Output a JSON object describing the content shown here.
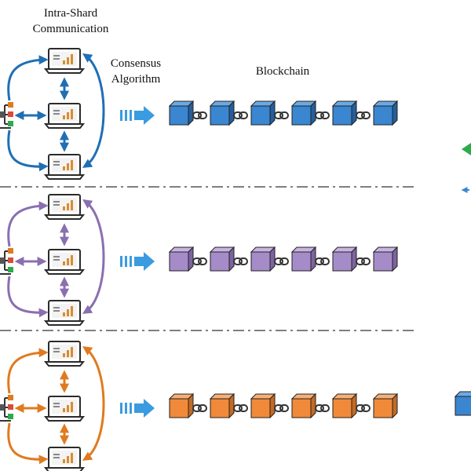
{
  "labels": {
    "intra_shard_line1": "Intra-Shard",
    "intra_shard_line2": "Communication",
    "consensus_line1": "Consensus",
    "consensus_line2": "Algorithm",
    "blockchain": "Blockchain"
  },
  "shards": [
    {
      "color": "#1f6fb5",
      "block_fill": "#3a86d0",
      "block_top": "#6aaae6",
      "block_side": "#245f9c"
    },
    {
      "color": "#8a6fb0",
      "block_fill": "#a58cc8",
      "block_top": "#c7b4e2",
      "block_side": "#7c64a0"
    },
    {
      "color": "#e07a1f",
      "block_fill": "#f08a3a",
      "block_top": "#f6b077",
      "block_side": "#c46a24"
    }
  ],
  "blocks_per_chain": 6,
  "colors": {
    "flow_arrow": "#3a9be0",
    "divider": "#555555",
    "laptop_outline": "#2b2b2b",
    "chart_bar": "#d98c2e",
    "edge_green": "#2eaa4a",
    "edge_blue": "#3a86d0"
  },
  "icons": [
    "laptop-icon",
    "network-hub-icon",
    "chain-link-icon",
    "block-cube-icon",
    "flow-arrow-icon"
  ]
}
